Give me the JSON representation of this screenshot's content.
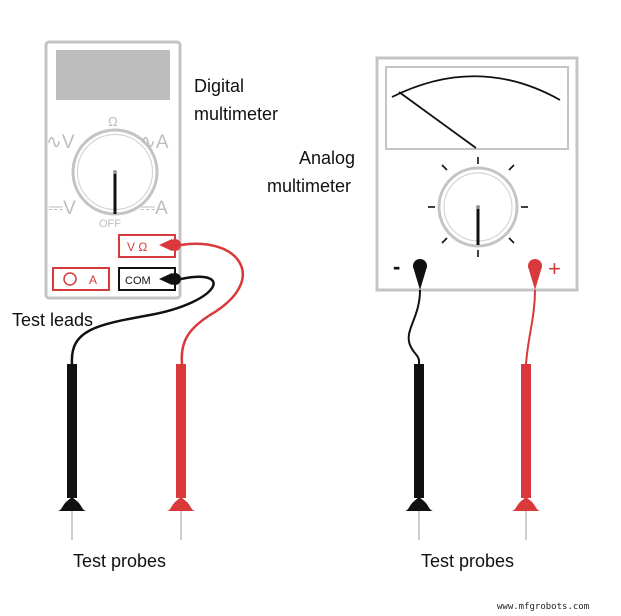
{
  "colors": {
    "probe_red": "#d9393b",
    "probe_black": "#111111",
    "meter_outline": "#bdbdbd",
    "display_fill": "#bdbdbd"
  },
  "labels": {
    "digital_line1": "Digital",
    "digital_line2": "multimeter",
    "analog_line1": "Analog",
    "analog_line2": "multimeter",
    "test_leads": "Test leads",
    "test_probes_left": "Test probes",
    "test_probes_right": "Test probes",
    "watermark": "www.mfgrobots.com"
  },
  "digital_meter": {
    "dial": {
      "ohm": "Ω",
      "ac_v": "∿V",
      "ac_a": "∿A",
      "dc_v": "⎓V",
      "dc_a": "⎓A",
      "off": "OFF"
    },
    "jacks": {
      "vohm": "V Ω",
      "com": "COM",
      "amp": "A"
    }
  },
  "analog_meter": {
    "minus": "-",
    "plus": "+"
  }
}
